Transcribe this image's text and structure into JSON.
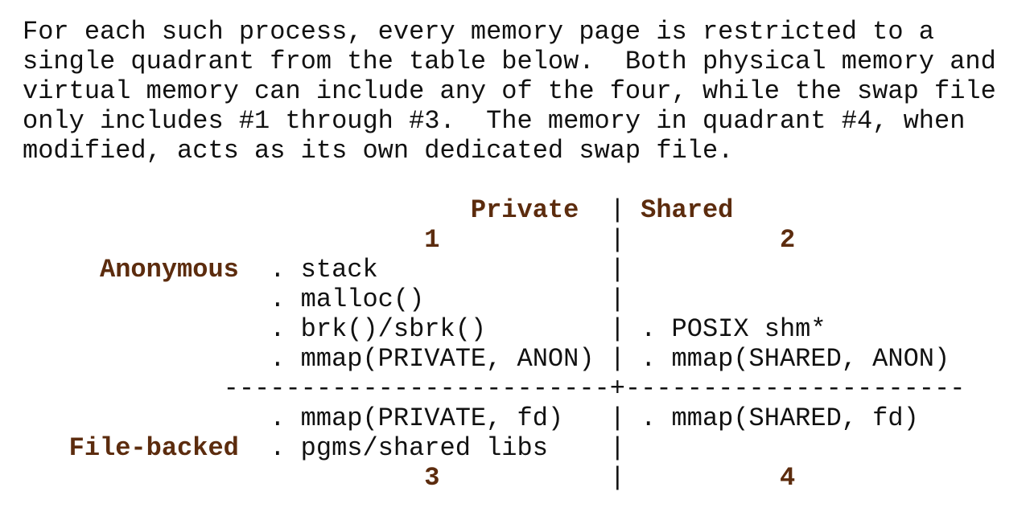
{
  "page": {
    "background": "#ffffff",
    "text_color": "#111111",
    "accent_color": "#5c2c0e"
  },
  "paragraph": {
    "text": "For each such process, every memory page is restricted to a\nsingle quadrant from the table below.  Both physical memory and\nvirtual memory can include any of the four, while the swap file\nonly includes #1 through #3.  The memory in quadrant #4, when\nmodified, acts as its own dedicated swap file."
  },
  "table": {
    "rows": [
      {
        "segments": [
          {
            "t": "                             "
          },
          {
            "t": "Private",
            "hl": true,
            "name": "column-header-private"
          },
          {
            "t": "  | "
          },
          {
            "t": "Shared",
            "hl": true,
            "name": "column-header-shared"
          }
        ]
      },
      {
        "segments": [
          {
            "t": "                          "
          },
          {
            "t": "1",
            "hl": true,
            "name": "quadrant-number-1"
          },
          {
            "t": "           |          "
          },
          {
            "t": "2",
            "hl": true,
            "name": "quadrant-number-2"
          }
        ]
      },
      {
        "segments": [
          {
            "t": "     "
          },
          {
            "t": "Anonymous",
            "hl": true,
            "name": "row-header-anonymous"
          },
          {
            "t": "  . stack               |"
          }
        ]
      },
      {
        "segments": [
          {
            "t": "                . malloc()            |"
          }
        ]
      },
      {
        "segments": [
          {
            "t": "                . brk()/sbrk()        | . POSIX shm*"
          }
        ]
      },
      {
        "segments": [
          {
            "t": "                . mmap(PRIVATE, ANON) | . mmap(SHARED, ANON)"
          }
        ]
      },
      {
        "segments": [
          {
            "t": "             -------------------------+----------------------",
            "name": "table-divider"
          }
        ]
      },
      {
        "segments": [
          {
            "t": "                . mmap(PRIVATE, fd)   | . mmap(SHARED, fd)"
          }
        ]
      },
      {
        "segments": [
          {
            "t": "   "
          },
          {
            "t": "File-backed",
            "hl": true,
            "name": "row-header-file-backed"
          },
          {
            "t": "  . pgms/shared libs    |"
          }
        ]
      },
      {
        "segments": [
          {
            "t": "                          "
          },
          {
            "t": "3",
            "hl": true,
            "name": "quadrant-number-3"
          },
          {
            "t": "           |          "
          },
          {
            "t": "4",
            "hl": true,
            "name": "quadrant-number-4"
          }
        ]
      }
    ]
  }
}
